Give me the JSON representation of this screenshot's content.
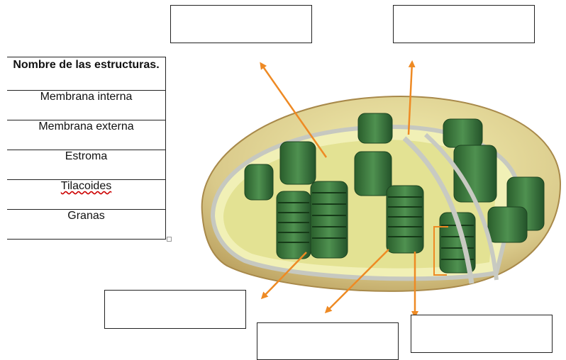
{
  "table": {
    "header": "Nombre de las estructuras.",
    "rows": [
      "Membrana interna",
      "Membrana externa",
      "Estroma",
      "Tilacoides",
      "Granas"
    ]
  },
  "colors": {
    "arrow": "#ee8a24",
    "outer_membrane": "#d9c98a",
    "stroma": "#e6e58c",
    "granum": "#2f6a33",
    "granum_light": "#4f9150"
  },
  "answer_boxes": [
    "",
    "",
    "",
    "",
    "",
    ""
  ]
}
